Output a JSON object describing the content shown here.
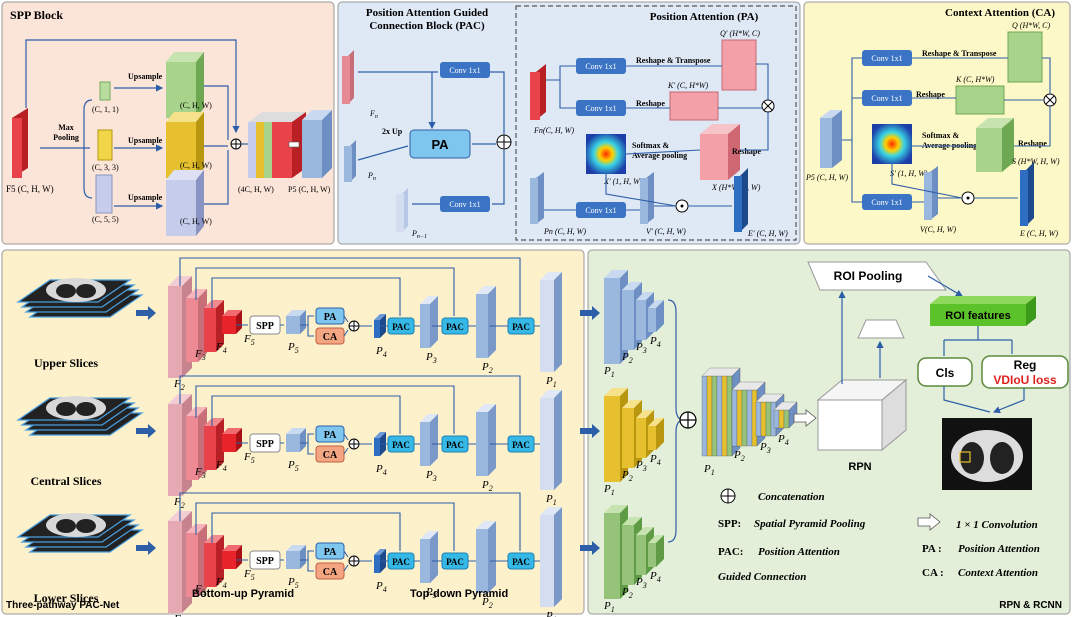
{
  "spp": {
    "title": "SPP Block",
    "pooling": "Max\nPooling",
    "upsample": "Upsample",
    "sizes": [
      "(C, 1, 1)",
      "(C, 3, 3)",
      "(C, 5, 5)"
    ],
    "out_size": "(C, H, W)",
    "concat_size": "(4C, H, W)",
    "input": "F5 (C, H, W)",
    "output": "P5 (C, H, W)"
  },
  "pac": {
    "title_line1": "Position Attention Guided",
    "title_line2": "Connection Block (PAC)",
    "conv": "Conv 1x1",
    "up": "2x Up",
    "pa": "PA",
    "fn": "Fn",
    "pn": "Pn",
    "pn1": "Pn−1"
  },
  "pa_block": {
    "title": "Position Attention (PA)",
    "conv": "Conv 1x1",
    "reshape_transpose": "Reshape & Transpose",
    "reshape": "Reshape",
    "softmax": "Softmax &\nAverage pooling",
    "q": "Q′ (H*W, C)",
    "k": "K′ (C, H*W)",
    "x": "X (H*W, H, W)",
    "xp": "X′ (1, H, W)",
    "v": "V′ (C, H, W)",
    "e": "E′ (C, H, W)",
    "fn": "Fn(C, H, W)",
    "pn": "Pn (C, H, W)"
  },
  "ca": {
    "title": "Context Attention (CA)",
    "conv": "Conv 1x1",
    "reshape_transpose": "Reshape & Transpose",
    "reshape": "Reshape",
    "softmax": "Softmax &\nAverage pooling",
    "q": "Q (H*W, C)",
    "k": "K (C, H*W)",
    "s": "S (H*W, H, W)",
    "sp": "S′ (1, H, W)",
    "v": "V(C, H, W)",
    "e": "E (C, H, W)",
    "p5": "P5 (C, H, W)"
  },
  "pacnet": {
    "title": "Three-pathway PAC-Net",
    "slices": [
      "Upper Slices",
      "Central Slices",
      "Lower Slices"
    ],
    "spp": "SPP",
    "pa": "PA",
    "ca": "CA",
    "pac": "PAC",
    "f_labels": [
      "F2",
      "F3",
      "F4",
      "F5"
    ],
    "p_labels": [
      "P5",
      "P4",
      "P3",
      "P2",
      "P1"
    ],
    "bottom_up": "Bottom-up Pyramid",
    "top_down": "Top-down Pyramid"
  },
  "rpn": {
    "title": "RPN & RCNN",
    "roi_pooling": "ROI Pooling",
    "roi_features": "ROI features",
    "cls": "Cls",
    "reg": "Reg",
    "loss": "VDIoU loss",
    "rpn": "RPN",
    "p_labels": [
      "P1",
      "P2",
      "P3",
      "P4"
    ]
  },
  "legend": {
    "concat": "Concatenation",
    "spp_key": "SPP:",
    "spp_val": "Spatial Pyramid Pooling",
    "pac_key": "PAC:",
    "pac_val": "Position Attention",
    "pac_val2": "Guided Connection",
    "conv": "1 × 1 Convolution",
    "pa_key": "PA :",
    "pa_val": "Position Attention",
    "ca_key": "CA :",
    "ca_val": "Context Attention"
  },
  "colors": {
    "spp_bg": "#fbe4d8",
    "pac_bg": "#dfe8f5",
    "ca_bg": "#fdf8c8",
    "pacnet_bg": "#fdf1cc",
    "rpn_bg": "#e3efd9",
    "conv_box": "#3b74c4",
    "pac_box": "#36b8e6",
    "pa_box": "#7fc6ef",
    "ca_box": "#f4a582",
    "feat_red": "#e8434a",
    "feat_pink": "#e6a8b2",
    "feat_blue": "#9ab7dd",
    "feat_green": "#95c37a",
    "feat_yellow": "#e6c02e",
    "roi_green": "#5cc22a",
    "loss_red": "#e02020"
  }
}
